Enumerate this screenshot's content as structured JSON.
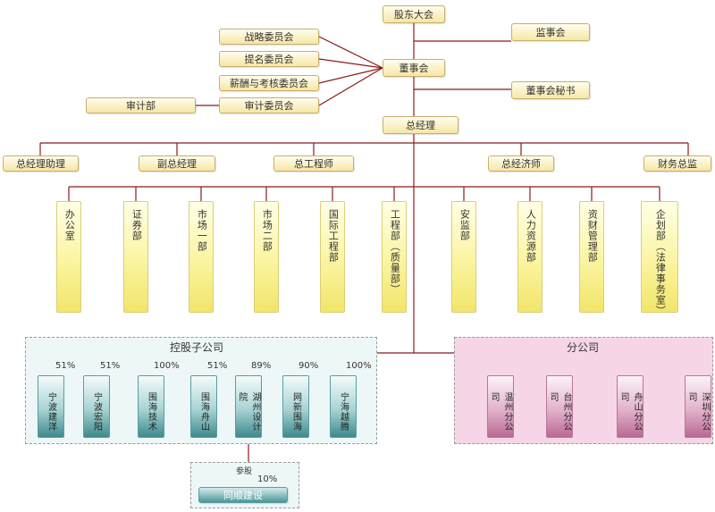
{
  "top": {
    "shareholders": "股东大会",
    "supervisors": "监事会",
    "board": "董事会",
    "board_secretary": "董事会秘书",
    "strategy": "战略委员会",
    "nomination": "提名委员会",
    "compensation": "薪酬与考核委员会",
    "audit_committee": "审计委员会",
    "audit_dept": "审计部",
    "gm": "总经理"
  },
  "executives": [
    "总经理助理",
    "副总经理",
    "总工程师",
    "总经济师",
    "财务总监"
  ],
  "departments": [
    "办公室",
    "证券部",
    "市场一部",
    "市场二部",
    "国际工程部",
    "工程部（质量部）",
    "安监部",
    "人力资源部",
    "资财管理部",
    "企划部（法律事务室）"
  ],
  "subsidiaries_panel": {
    "title": "控股子公司",
    "items": [
      {
        "name": "宁波建洋",
        "pct": "51%"
      },
      {
        "name": "宁波宏阳",
        "pct": "51%"
      },
      {
        "name": "围海技术",
        "pct": "100%"
      },
      {
        "name": "围海舟山",
        "pct": "51%"
      },
      {
        "name": "湖州设计院",
        "pct": "89%"
      },
      {
        "name": "网新围海",
        "pct": "90%"
      },
      {
        "name": "宁海越腾",
        "pct": "100%"
      }
    ]
  },
  "branches_panel": {
    "title": "分公司",
    "items": [
      "温州分公司",
      "台州分公司",
      "舟山分公司",
      "深圳分公司"
    ]
  },
  "investment": {
    "label": "参股",
    "pct": "10%",
    "name": "同顺建设"
  },
  "colors": {
    "line": "#8b1a1a",
    "yellow": "#f6e7a6",
    "teal": "#3e8a8e",
    "pink": "#b96a93"
  }
}
